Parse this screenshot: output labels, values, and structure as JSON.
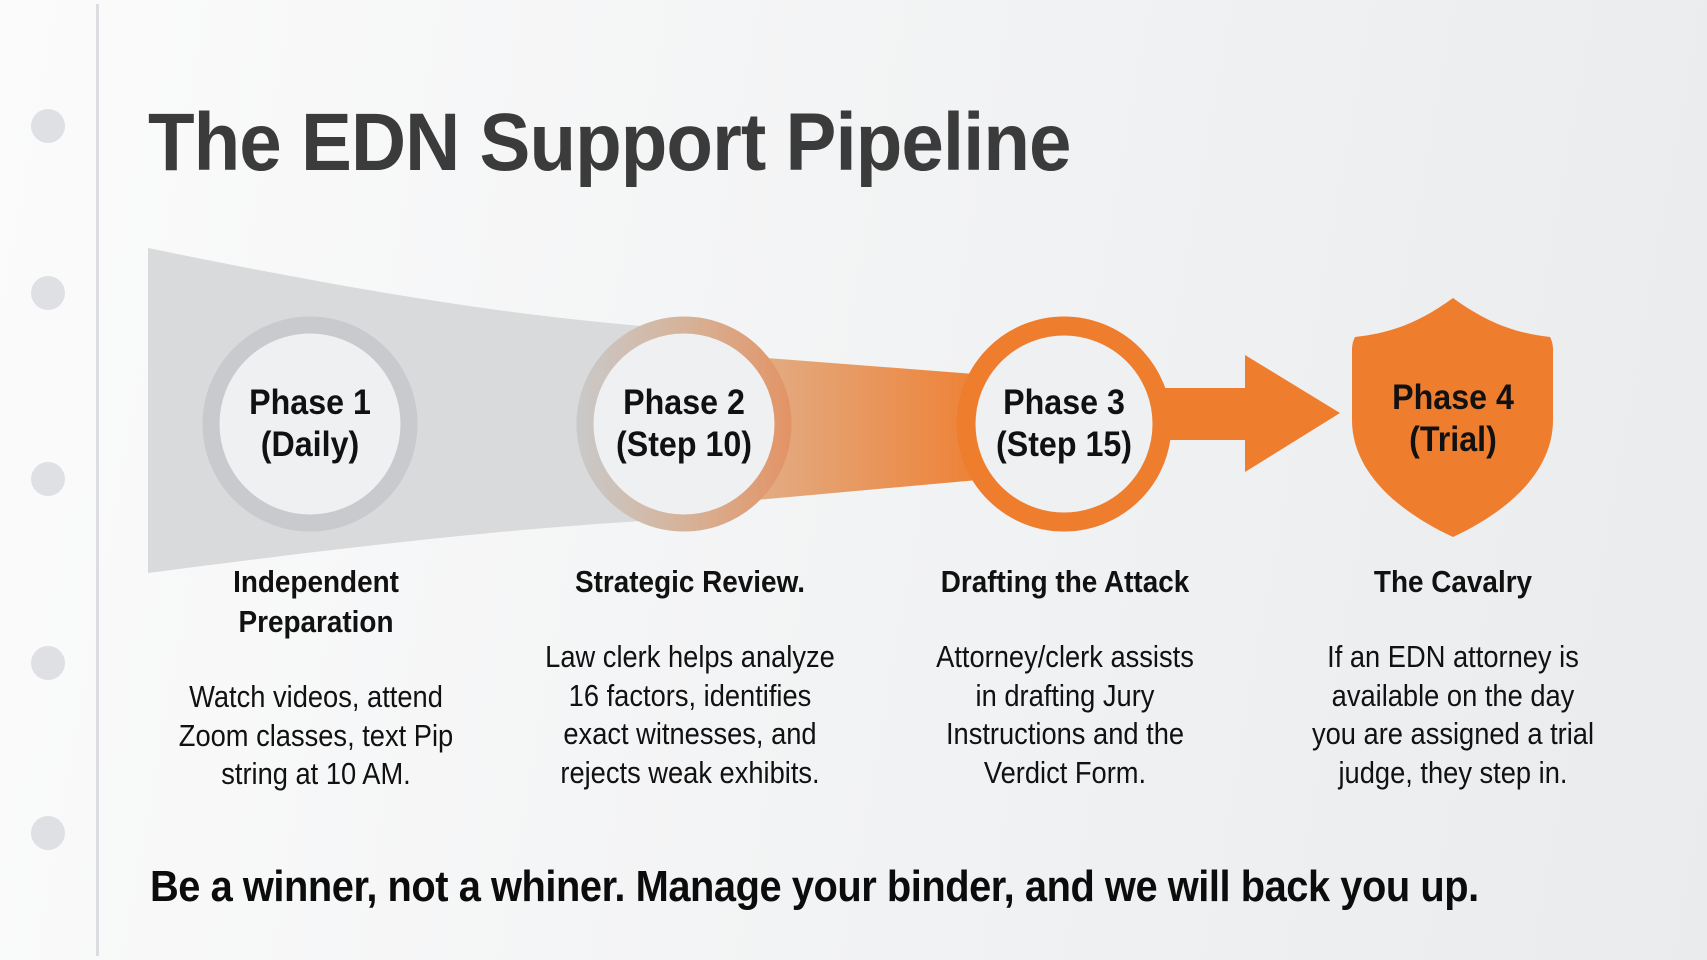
{
  "title": "The EDN Support Pipeline",
  "colors": {
    "accent_orange": "#ef7d2e",
    "phase1_gray": "#c9cacd",
    "wedge_gray": "#d9dadc",
    "circle_fill": "#eef0f2",
    "text_dark": "#111111",
    "title_gray": "#3b3b3b"
  },
  "phases": [
    {
      "name": "Phase 1",
      "sub": "(Daily)",
      "shape": "circle",
      "heading": "Independent Preparation",
      "heading_lines": [
        "Independent",
        "Preparation"
      ],
      "description_lines": [
        "Watch videos, attend",
        "Zoom classes, text Pip",
        "string at 10 AM."
      ]
    },
    {
      "name": "Phase 2",
      "sub": "(Step 10)",
      "shape": "circle",
      "heading": "Strategic Review.",
      "heading_lines": [
        "Strategic Review."
      ],
      "description_lines": [
        "Law clerk helps analyze",
        "16 factors, identifies",
        "exact witnesses, and",
        "rejects weak exhibits."
      ]
    },
    {
      "name": "Phase 3",
      "sub": "(Step 15)",
      "shape": "circle",
      "heading": "Drafting the Attack",
      "heading_lines": [
        "Drafting the Attack"
      ],
      "description_lines": [
        "Attorney/clerk assists",
        "in drafting Jury",
        "Instructions and the",
        "Verdict Form."
      ]
    },
    {
      "name": "Phase 4",
      "sub": "(Trial)",
      "shape": "shield",
      "heading": "The Cavalry",
      "heading_lines": [
        "The Cavalry"
      ],
      "description_lines": [
        "If an EDN attorney is",
        "available on the day",
        "you are assigned a trial",
        "judge, they step in."
      ]
    }
  ],
  "icons": {
    "phase4": "shield-icon",
    "flow": "arrow-right-icon",
    "binder": "punch-hole-icon"
  },
  "tagline": "Be a winner, not a whiner. Manage your binder, and we will back you up."
}
